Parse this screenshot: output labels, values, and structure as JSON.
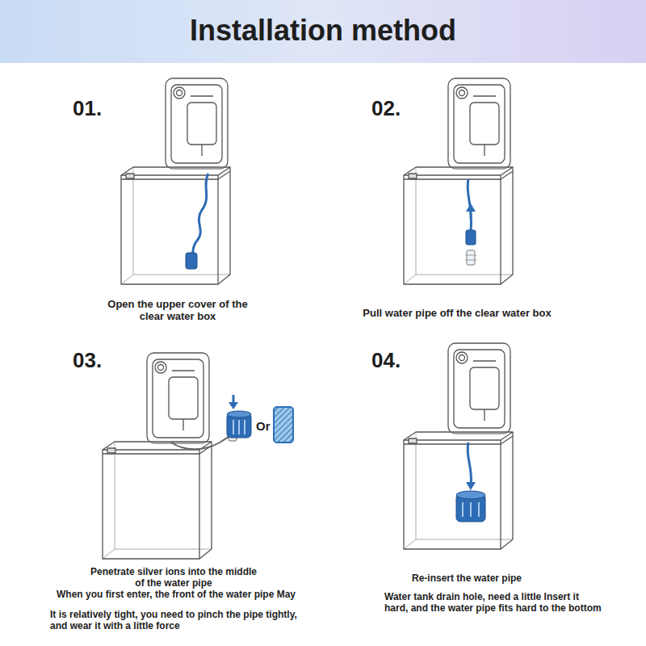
{
  "diagram": {
    "title": "Installation method",
    "labels": [
      "01.",
      "Open the upper cover of the clear water box",
      "02.",
      "Pull water pipe off the clear water box",
      "03.",
      "Or",
      "Penetrate silver ions into the middle of the water pipe",
      "When you first enter, the front of the water pipe May",
      "It is relatively tight, you need to pinch the pipe tightly, and wear it with a little force",
      "04.",
      "Re-insert the water pipe",
      "Water tank drain hole, need a little Insert it hard, and the water pipe fits hard to the bottom"
    ]
  }
}
